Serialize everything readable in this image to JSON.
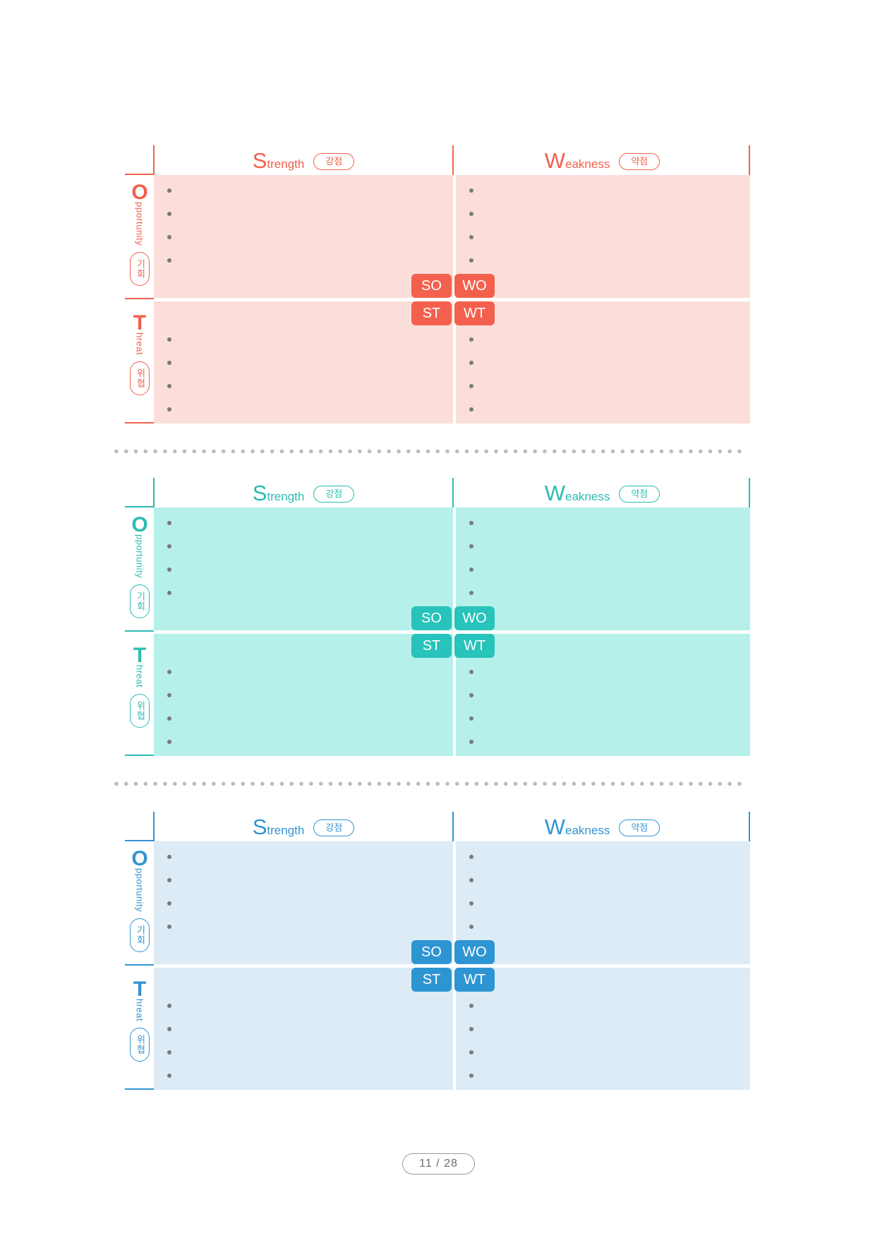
{
  "page": {
    "number_label": "11 / 28"
  },
  "sections": [
    {
      "theme": "coral",
      "colors": {
        "accent": "#F2604D",
        "fill": "#FBDEDA",
        "badge": "#F3604E"
      },
      "strength": {
        "initial": "S",
        "rest": "trength",
        "tag": "강점"
      },
      "weakness": {
        "initial": "W",
        "rest": "eakness",
        "tag": "약점"
      },
      "opportunity": {
        "initial": "O",
        "rest": "pportunity",
        "tag": "기회"
      },
      "threat": {
        "initial": "T",
        "rest": "hreat",
        "tag": "위협"
      },
      "matrix_badges": {
        "so": "SO",
        "wo": "WO",
        "st": "ST",
        "wt": "WT"
      }
    },
    {
      "theme": "teal",
      "colors": {
        "accent": "#2BBCB3",
        "fill": "#B6F0EA",
        "badge": "#28C3BA"
      },
      "strength": {
        "initial": "S",
        "rest": "trength",
        "tag": "강점"
      },
      "weakness": {
        "initial": "W",
        "rest": "eakness",
        "tag": "약점"
      },
      "opportunity": {
        "initial": "O",
        "rest": "pportunity",
        "tag": "기회"
      },
      "threat": {
        "initial": "T",
        "rest": "hreat",
        "tag": "위협"
      },
      "matrix_badges": {
        "so": "SO",
        "wo": "WO",
        "st": "ST",
        "wt": "WT"
      }
    },
    {
      "theme": "blue",
      "colors": {
        "accent": "#3295D1",
        "fill": "#DCEBF5",
        "badge": "#2E95D3"
      },
      "strength": {
        "initial": "S",
        "rest": "trength",
        "tag": "강점"
      },
      "weakness": {
        "initial": "W",
        "rest": "eakness",
        "tag": "약점"
      },
      "opportunity": {
        "initial": "O",
        "rest": "pportunity",
        "tag": "기회"
      },
      "threat": {
        "initial": "T",
        "rest": "hreat",
        "tag": "위협"
      },
      "matrix_badges": {
        "so": "SO",
        "wo": "WO",
        "st": "ST",
        "wt": "WT"
      }
    }
  ]
}
